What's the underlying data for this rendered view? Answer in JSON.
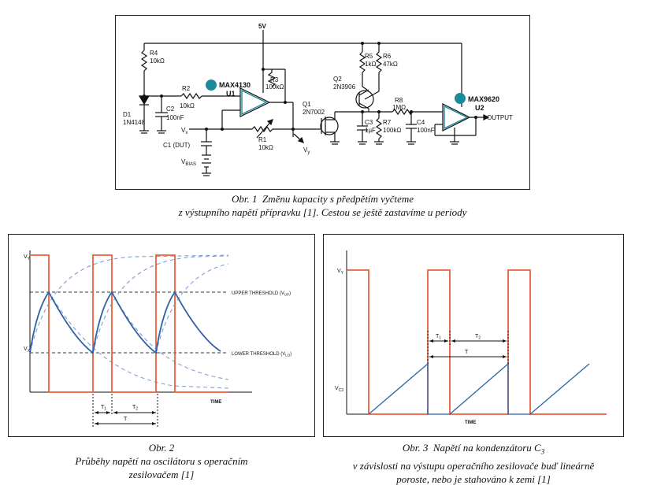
{
  "fig1": {
    "labels": {
      "supply": "5V",
      "r4": "R4",
      "r4v": "10kΩ",
      "r2": "R2",
      "r2v": "10kΩ",
      "r3": "R3",
      "r3v": "100kΩ",
      "r1": "R1",
      "r1v": "10kΩ",
      "d1": "D1",
      "d1v": "1N4148",
      "c2": "C2",
      "c2v": "100nF",
      "c1": "C1 (DUT)",
      "vx": "V",
      "vx_sub": "x",
      "vbias": "V",
      "vbias_sub": "BIAS",
      "vy": "V",
      "vy_sub": "y",
      "u1_name": "MAX4130",
      "u1": "U1",
      "q1": "Q1",
      "q1v": "2N7002",
      "q2": "Q2",
      "q2v": "2N3906",
      "r5": "R5",
      "r5v": "1kΩ",
      "r6": "R6",
      "r6v": "47kΩ",
      "r7": "R7",
      "r7v": "100kΩ",
      "r8": "R8",
      "r8v": "1MΩ",
      "c3": "C3",
      "c3v": "1µF",
      "c4": "C4",
      "c4v": "100nF",
      "u2_name": "MAX9620",
      "u2": "U2",
      "output": "OUTPUT"
    },
    "caption_num": "Obr. 1",
    "caption_line1": "Změnu kapacity s předpětím vyčteme",
    "caption_line2": "z výstupního napětí přípravku [1]. Cestou se ještě zastavíme u periody"
  },
  "fig2": {
    "labels": {
      "vy": "V",
      "vy_sub": "Y",
      "vx": "V",
      "vx_sub": "X",
      "upper": "UPPER THRESHOLD (V",
      "upper_sub": "UP",
      "lower": "LOWER THRESHOLD (V",
      "lower_sub": "LO",
      "time": "TIME",
      "t1": "T",
      "t1_sub": "1",
      "t2": "T",
      "t2_sub": "2",
      "t": "T"
    },
    "caption_num": "Obr. 2",
    "caption_line1": "Průběhy napětí na oscilátoru s operačním",
    "caption_line2": "zesilovačem [1]",
    "colors": {
      "square": "#e8603c",
      "cap": "#2e62a8"
    },
    "upper_threshold_fraction": 0.7,
    "lower_threshold_fraction": 0.3
  },
  "fig3": {
    "labels": {
      "vy": "V",
      "vy_sub": "Y",
      "vc3": "V",
      "vc3_sub": "C3",
      "time": "TIME",
      "t1": "T",
      "t1_sub": "1",
      "t2": "T",
      "t2_sub": "2",
      "t": "T"
    },
    "caption_num": "Obr. 3",
    "caption_line1_a": "Napětí na kondenzátoru ",
    "caption_line1_b": "C",
    "caption_line1_sub": "3",
    "caption_line2": "v závislosti na výstupu operačního zesilovače buď lineárně",
    "caption_line3": "poroste, nebo je stahováno k zemi [1]",
    "colors": {
      "square": "#e8603c",
      "ramp": "#2e62a8"
    }
  }
}
